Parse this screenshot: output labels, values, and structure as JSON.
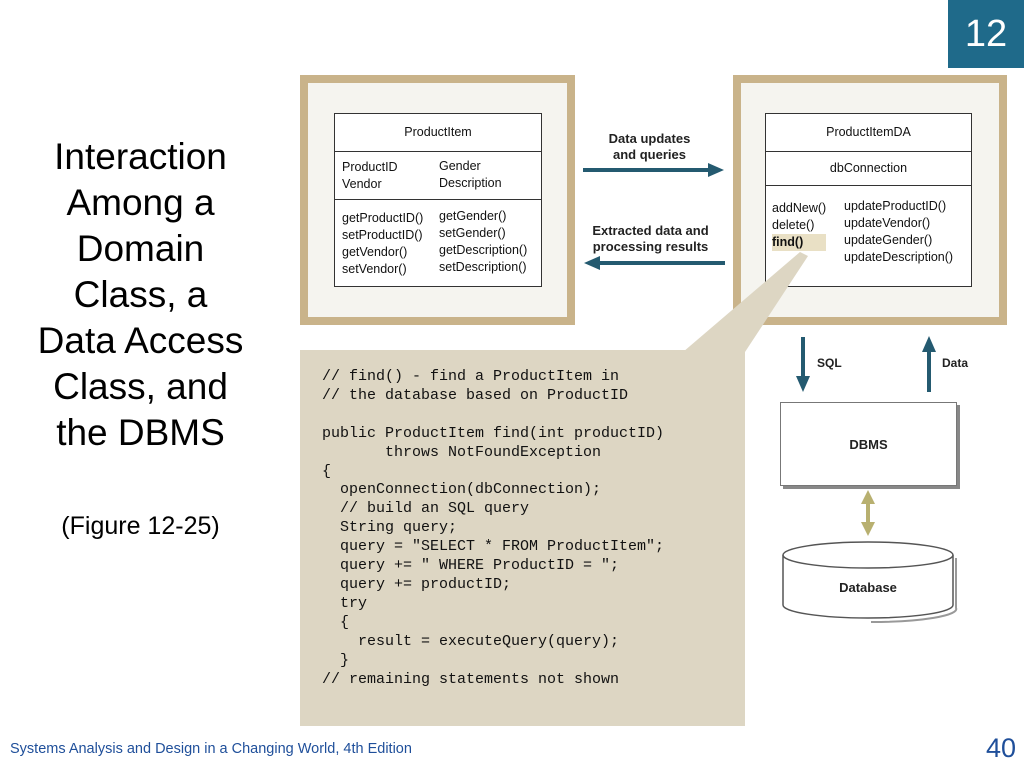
{
  "slide": {
    "chapter": "12",
    "title": "Interaction\nAmong a\nDomain\nClass, a\nData Access\nClass, and\nthe DBMS",
    "figure_ref": "(Figure 12-25)",
    "page_number": "40",
    "footer": "Systems Analysis and Design in a Changing World, 4th Edition"
  },
  "domain_class": {
    "name": "ProductItem",
    "attributes_left": [
      "ProductID",
      "Vendor"
    ],
    "attributes_right": [
      "Gender",
      "Description"
    ],
    "methods_left": [
      "getProductID()",
      "setProductID()",
      "getVendor()",
      "setVendor()"
    ],
    "methods_right": [
      "getGender()",
      "setGender()",
      "getDescription()",
      "setDescription()"
    ]
  },
  "da_class": {
    "name": "ProductItemDA",
    "attribute": "dbConnection",
    "methods_left": [
      "addNew()",
      "delete()",
      "find()"
    ],
    "methods_right": [
      "updateProductID()",
      "updateVendor()",
      "updateGender()",
      "updateDescription()"
    ]
  },
  "arrows": {
    "updates_line1": "Data updates",
    "updates_line2": "and queries",
    "results_line1": "Extracted data and",
    "results_line2": "processing results",
    "sql": "SQL",
    "data": "Data"
  },
  "dbms": {
    "dbms_label": "DBMS",
    "database_label": "Database"
  },
  "code_lines": [
    "// find() - find a ProductItem in",
    "// the database based on ProductID",
    "",
    "public ProductItem find(int productID)",
    "       throws NotFoundException",
    "{",
    "  openConnection(dbConnection);",
    "  // build an SQL query",
    "  String query;",
    "  query = \"SELECT * FROM ProductItem\";",
    "  query += \" WHERE ProductID = \";",
    "  query += productID;",
    "  try",
    "  {",
    "    result = executeQuery(query);",
    "  }",
    "// remaining statements not shown"
  ],
  "colors": {
    "badge": "#1f6a8a",
    "frame": "#c9b38a",
    "arrow": "#245a70",
    "code_bg": "#ddd6c3",
    "footer_text": "#1f4f9a"
  }
}
